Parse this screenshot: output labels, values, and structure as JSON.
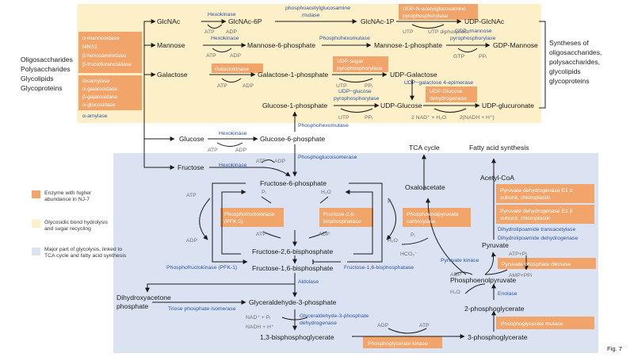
{
  "colors": {
    "sugar_region": "#fdf0c8",
    "glycolysis_region": "#dbe3f3",
    "enzyme_box": "#f2a56a",
    "enzyme_name": "#2f55a0",
    "cofactor": "#6e6e6e"
  },
  "legend": {
    "enzyme_high": "Enzyme with higher abundance in NJ-7",
    "sugar_hydrolysis": "Glycosidic bond hydrolysis and sugar recycling",
    "glycolysis_part": "Major part of glycolysis, linked to TCA cycle and fatty acid synthesis"
  },
  "substrates": [
    "Oligosaccharides",
    "Polysaccharides",
    "Glycolipids",
    "Glycoproteins"
  ],
  "hydrolases_a": [
    "α-mannosidase",
    "MNS1",
    "β-hexosaminidase",
    "β-fructofuranosidase"
  ],
  "hydrolases_b": [
    "Isoamylase",
    "α-galatosidase",
    "β-galatosidase",
    "α-glucosidase"
  ],
  "amylase": "α-amylase",
  "products": [
    "Syntheses of",
    "oligosaccharides,",
    "polysaccharides,",
    "glycolipids",
    "glycoproteins"
  ],
  "figure_label": "Fig. 7",
  "metabolites": {
    "glcnac": "GlcNAc",
    "glcnac6p": "GlcNAc-6P",
    "glcnac1p": "GlcNAc-1P",
    "udpglcnac": "UDP-GlcNAc",
    "mannose": "Mannose",
    "man6p": "Mannose-6-phosphate",
    "man1p": "Mannose-1-phosphate",
    "gdpman": "GDP-Mannose",
    "galactose": "Galactose",
    "gal1p": "Galactose-1-phosphate",
    "udpgal": "UDP-Galactose",
    "glc1p": "Glucose-1-phosphate",
    "udpglc": "UDP-Glucose",
    "udpglcua": "UDP-glucuronate",
    "glucose": "Glucose",
    "glc6p": "Glucose-6-phosphate",
    "fructose": "Fructose",
    "f6p": "Fructose-6-phosphate",
    "f26bp": "Fructose-2,6-bisphosphate",
    "f16bp": "Fructose-1,6-bisphosphate",
    "dhap1": "Dihydroxyacetone",
    "dhap2": "phosphate",
    "g3p": "Glyceraldehyde-3-phosphate",
    "bpg": "1,3-bisphosphoglycerate",
    "pg3": "3-phosphoglycerate",
    "pg2": "2-phosphoglycerate",
    "pep": "Phosphoenolpyruvate",
    "pyruvate": "Pyruvate",
    "acetylcoa": "Acetyl-CoA",
    "oaa": "Oxaloacetate",
    "tca": "TCA cycle",
    "fas": "Fatty acid synthesis"
  },
  "enzymes": {
    "hexokinase": "Hexokinase",
    "pagm1": "phosphoacetylglucosamine",
    "pagm2": "mutase",
    "pmm": "Phosphohexomutase",
    "pgm": "Phosphohexomutase",
    "gpi": "Phosphoglucoisomerase",
    "ugp_gal_epi": "UDP−galactose 4-epimerase",
    "ugp_glc1": "UDP−glucose",
    "ugp_glc2": "pyrophosphorylase",
    "gmp1": "GDP−mannose",
    "gmp2": "pyrophosphorylase",
    "pfk_tail": "Phosphofructokinase (PFK-1)",
    "fbpase_tail": "Fructose-1,6-bisphosphatase",
    "aldolase": "Aldolase",
    "tpi": "Triose phosphate isomerase",
    "gapdh1": "Glyceraldehyde-3-phosphate",
    "gapdh2": "dehydrogenase",
    "pk": "Pyruvate kinase",
    "enolase": "Enolase",
    "dlat": "Dihydrolipoamide transacetylase",
    "dld": "Dihydrolipoamide dehydrogenase"
  },
  "boxes": {
    "udp_nag1": "UDP-N-acetylglucosamine",
    "udp_nag2": "pyrophosphorylase",
    "galk": "Galactokinase",
    "udpsugar1": "UDP-sugar",
    "udpsugar2": "pyrophosphorylase",
    "ugdh1": "UDP-Glucose",
    "ugdh2": "dehydrogenase",
    "pfk2_1": "Phosphofructokinase",
    "pfk2_2": "(PFK-2)",
    "f26bpase1": "Fructose-2,6-",
    "f26bpase2": "bisphosphatase",
    "pepck1": "Phosphoenolpyruvate",
    "pepck2": "carboxylase",
    "pdh1a": "Pyruvate dehydrogenase E1 α",
    "pdh1b": "subunit, chloroplastic",
    "pdh2a": "Pyruvate dehydrogenase E1 β",
    "pdh2b": "subunit, chloroplastic",
    "ppdk": "Pyruvate phosphate dikinase",
    "pgk": "Phosphoglycerate kinase",
    "pgam": "Phosphoglycerate mutase"
  },
  "cofactors": {
    "atp": "ATP",
    "adp": "ADP",
    "utp": "UTP",
    "udp": "UTP diphosphate",
    "gtp": "GTP",
    "ppi": "PPᵢ",
    "pi": "Pᵢ",
    "h2o": "H₂O",
    "hco3": "HCO₃⁻",
    "nad2": "2 NAD⁺ + H₂O",
    "nadh2": "2{NADH + H⁺}",
    "nadpi": "NAD⁺ + Pᵢ",
    "nadh": "NADH + H⁺",
    "atppi": "ATP+Pi",
    "amppi": "AMP+PPi"
  }
}
